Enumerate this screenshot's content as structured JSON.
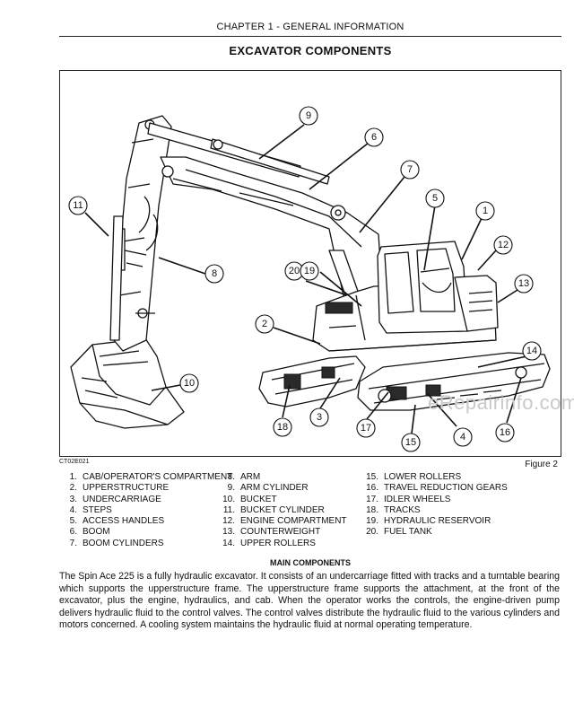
{
  "header": {
    "chapter": "CHAPTER 1 - GENERAL INFORMATION"
  },
  "page_title": "EXCAVATOR COMPONENTS",
  "figure": {
    "code": "CT02E021",
    "label": "Figure 2",
    "watermark": "eRepairinfo.com",
    "callouts": [
      "9",
      "6",
      "7",
      "5",
      "1",
      "11",
      "12",
      "20",
      "19",
      "13",
      "8",
      "2",
      "14",
      "10",
      "18",
      "3",
      "17",
      "4",
      "16",
      "15"
    ]
  },
  "legend": {
    "col1": [
      {
        "n": "1.",
        "t": "CAB/OPERATOR'S COMPARTMENT"
      },
      {
        "n": "2.",
        "t": "UPPERSTRUCTURE"
      },
      {
        "n": "3.",
        "t": "UNDERCARRIAGE"
      },
      {
        "n": "4.",
        "t": "STEPS"
      },
      {
        "n": "5.",
        "t": "ACCESS HANDLES"
      },
      {
        "n": "6.",
        "t": "BOOM"
      },
      {
        "n": "7.",
        "t": "BOOM CYLINDERS"
      }
    ],
    "col2": [
      {
        "n": "8.",
        "t": "ARM"
      },
      {
        "n": "9.",
        "t": "ARM CYLINDER"
      },
      {
        "n": "10.",
        "t": "BUCKET"
      },
      {
        "n": "11.",
        "t": "BUCKET CYLINDER"
      },
      {
        "n": "12.",
        "t": "ENGINE COMPARTMENT"
      },
      {
        "n": "13.",
        "t": "COUNTERWEIGHT"
      },
      {
        "n": "14.",
        "t": "UPPER ROLLERS"
      }
    ],
    "col3": [
      {
        "n": "15.",
        "t": "LOWER ROLLERS"
      },
      {
        "n": "16.",
        "t": "TRAVEL REDUCTION GEARS"
      },
      {
        "n": "17.",
        "t": "IDLER WHEELS"
      },
      {
        "n": "18.",
        "t": "TRACKS"
      },
      {
        "n": "19.",
        "t": "HYDRAULIC RESERVOIR"
      },
      {
        "n": "20.",
        "t": "FUEL TANK"
      }
    ]
  },
  "section": {
    "heading": "MAIN COMPONENTS",
    "paragraph": "The Spin Ace 225 is a fully hydraulic excavator. It consists of an undercarriage fitted with tracks and a turntable bearing which supports the upperstructure frame. The upperstructure frame supports the attachment, at the front of the excavator, plus the engine, hydraulics, and cab. When the operator works the controls, the engine-driven pump delivers hydraulic fluid to the control valves. The control valves distribute the hydraulic fluid to the various cylinders and motors concerned. A cooling system maintains the hydraulic fluid at normal operating temperature."
  }
}
